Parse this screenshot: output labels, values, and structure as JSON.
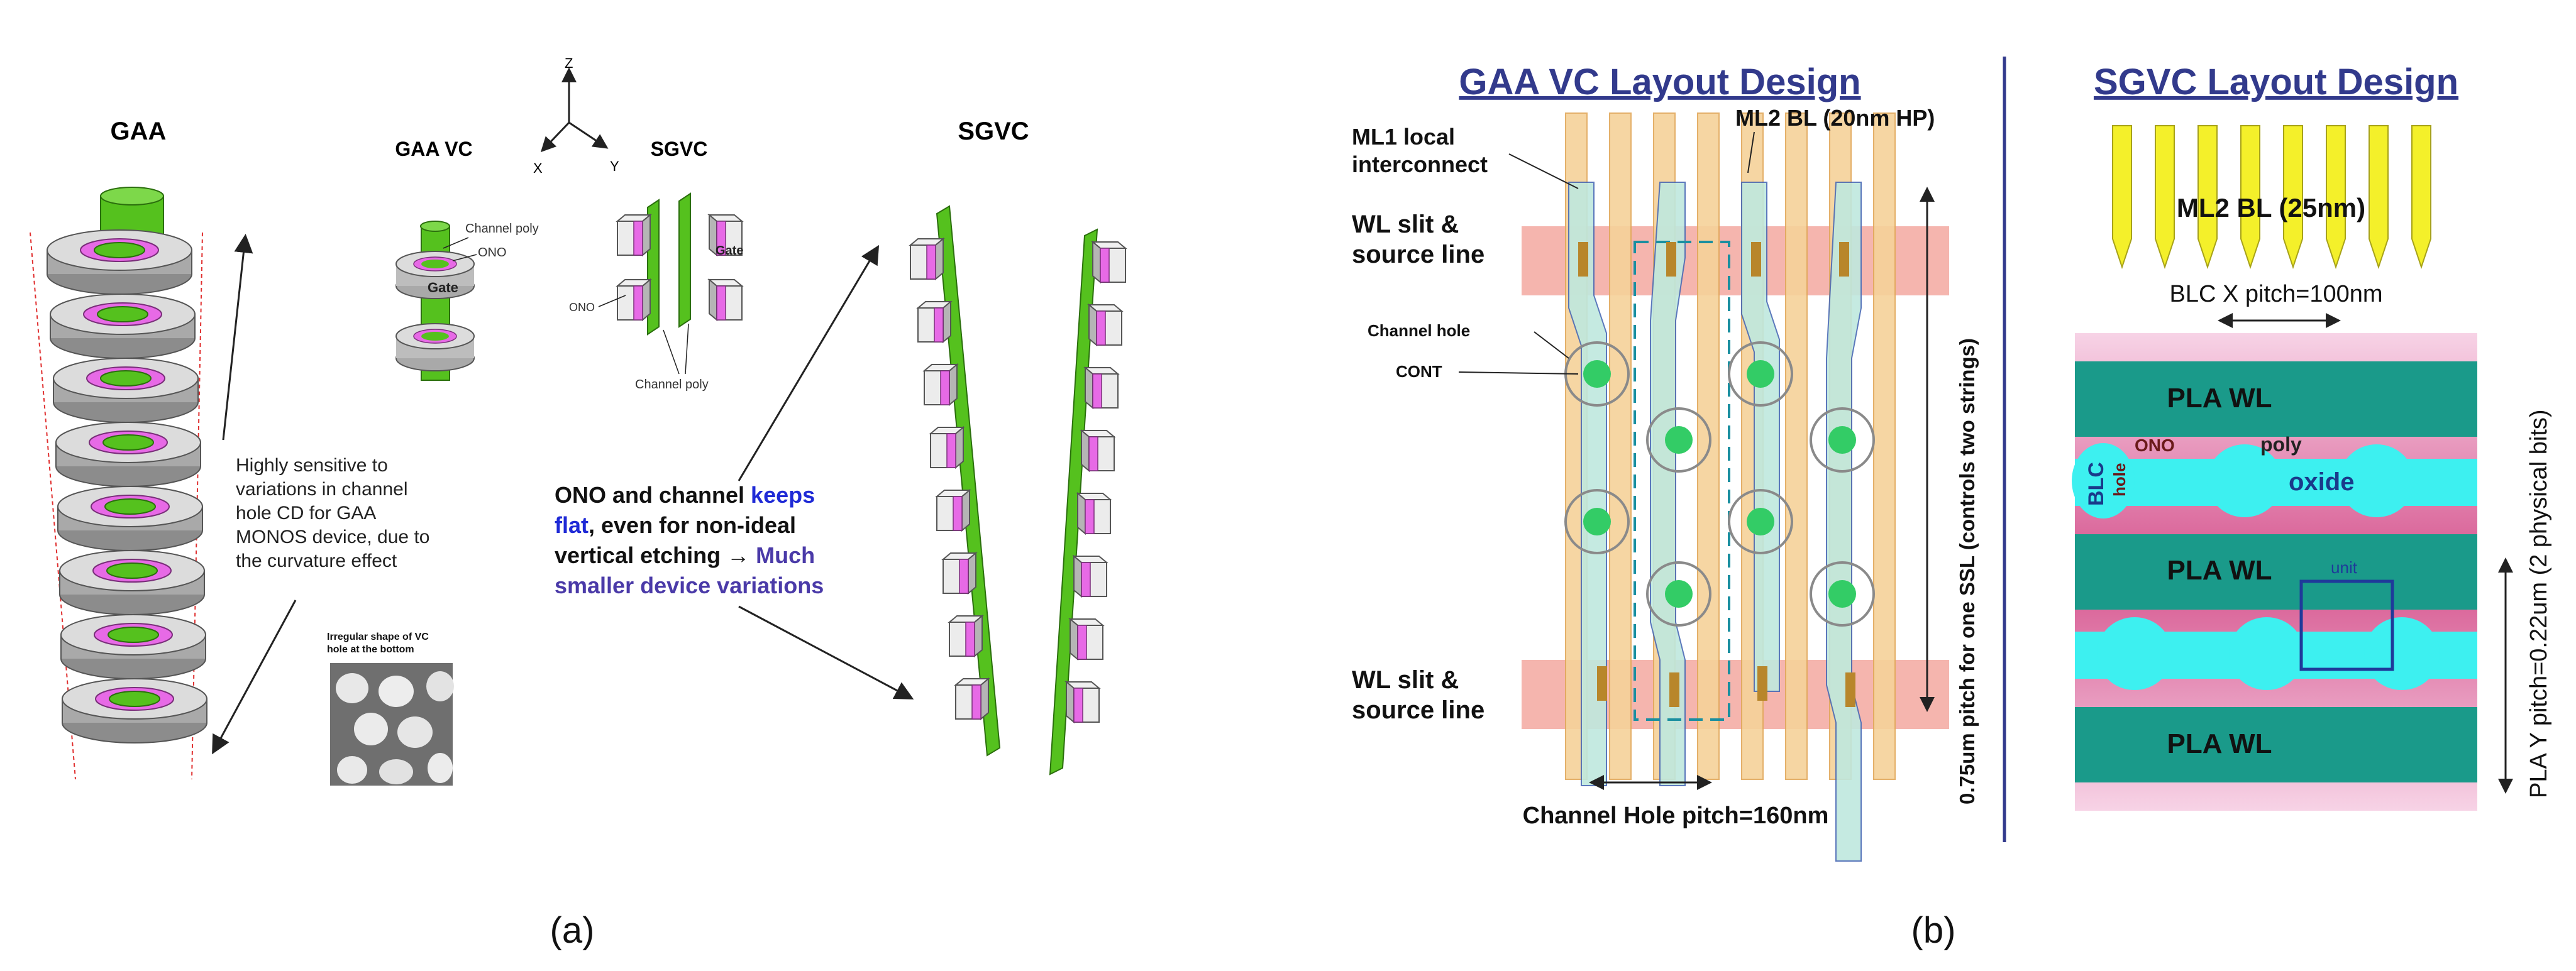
{
  "panel_a": {
    "caption": "(a)",
    "gaa_title": "GAA",
    "gaa_vc_title": "GAA VC",
    "sgvc_small_title": "SGVC",
    "sgvc_big_title": "SGVC",
    "axes": {
      "z": "Z",
      "x": "X",
      "y": "Y"
    },
    "labels": {
      "channel_poly_top": "Channel poly",
      "ono_vc": "ONO",
      "gate_vc": "Gate",
      "gate_sgvc": "Gate",
      "ono_sgvc": "ONO",
      "channel_poly_bottom": "Channel poly"
    },
    "note_gaa": [
      "Highly sensitive to",
      "variations in channel",
      "hole CD for GAA",
      "MONOS device, due to",
      "the curvature effect"
    ],
    "note_vc": [
      "Irregular shape of VC",
      "hole at the bottom"
    ],
    "note_sgvc": {
      "l1_a": "ONO and channel ",
      "l1_b": "keeps",
      "l2_a": "flat",
      "l2_b": ", even for non-ideal",
      "l3_a": "vertical etching → ",
      "l3_b": "Much",
      "l4": "smaller device variations"
    }
  },
  "panel_b": {
    "caption": "(b)",
    "gaa_title": "GAA VC Layout Design",
    "sgvc_title": "SGVC Layout Design",
    "labels": {
      "ml1_l1": "ML1 local",
      "ml1_l2": "interconnect",
      "ml2_bl": "ML2 BL (20nm HP)",
      "wl_slit_top_l1": "WL slit &",
      "wl_slit_top_l2": "source line",
      "channel_hole": "Channel hole",
      "cont": "CONT",
      "wl_slit_bot_l1": "WL slit &",
      "wl_slit_bot_l2": "source line",
      "pitch_x": "Channel Hole pitch=160nm",
      "pitch_y": "0.75um pitch for one SSL (controls two strings)",
      "ml2_bl_25": "ML2 BL (25nm)",
      "blc_pitch": "BLC X pitch=100nm",
      "pla_wl_1": "PLA WL",
      "pla_wl_2": "PLA WL",
      "pla_wl_3": "PLA WL",
      "ono": "ONO",
      "poly": "poly",
      "oxide": "oxide",
      "blc_hole_a": "BLC",
      "blc_hole_b": "hole",
      "unit": "unit",
      "pla_y_pitch": "PLA Y pitch=0.22um (2 physical bits)"
    }
  },
  "colors": {
    "channel_green": "#55c11e",
    "ono_magenta": "#e76ae6",
    "gate_grey": "#d9d9d9",
    "title_navy": "#323a8c",
    "note_blue": "#1f2ad6",
    "wl_slit_pink": "#f3a39a",
    "bl_orange": "#f6d29a",
    "ml1_cyan": "#bfe8de",
    "cont_brown": "#b8862b",
    "hole_green": "#33cc66",
    "pla_teal": "#1a9a8a",
    "oxide_cyan": "#3df0f0",
    "ml2_yellow": "#f4f02a"
  }
}
